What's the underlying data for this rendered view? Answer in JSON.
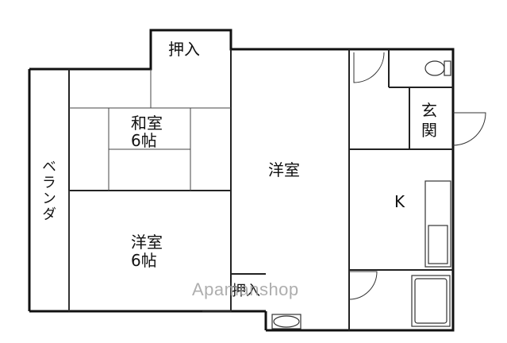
{
  "rooms": {
    "closet_top": "押入",
    "washitsu_name": "和室",
    "washitsu_size": "6帖",
    "youshitsu_center": "洋室",
    "youshitsu_left_name": "洋室",
    "youshitsu_left_size": "6帖",
    "genkan_1": "玄",
    "genkan_2": "関",
    "kitchen": "K",
    "balcony": "ベランダ",
    "closet_bottom": "押入"
  },
  "watermark": "Apamanshop",
  "colors": {
    "wall": "#111111",
    "thin_line": "#333333",
    "watermark": "#9a9a9a"
  }
}
